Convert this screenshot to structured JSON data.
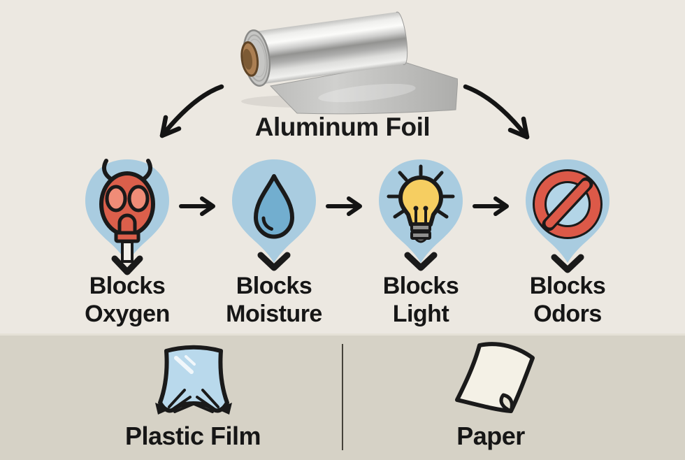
{
  "title": "Aluminum Foil",
  "properties": [
    {
      "icon": "gas-mask-icon",
      "lines": [
        "Blocks",
        "Oxygen"
      ]
    },
    {
      "icon": "water-drop-icon",
      "lines": [
        "Blocks",
        "Moisture"
      ]
    },
    {
      "icon": "light-bulb-icon",
      "lines": [
        "Blocks",
        "Light"
      ]
    },
    {
      "icon": "no-entry-icon",
      "lines": [
        "Blocks",
        "Odors"
      ]
    }
  ],
  "alternatives": [
    {
      "icon": "plastic-film-icon",
      "label": "Plastic Film"
    },
    {
      "icon": "paper-icon",
      "label": "Paper"
    }
  ],
  "colors": {
    "background_top": "#ECE8E1",
    "background_bottom": "#D6D2C6",
    "ink": "#1A1A1A",
    "pin_blue": "#A9CCE0",
    "mask_red": "#DB5F4B",
    "mask_red_light": "#F08C77",
    "droplet_blue": "#72AECF",
    "bulb_yellow": "#F6CE61",
    "bulb_base_gray": "#8F8F8D",
    "prohibition_red": "#DC5948",
    "no_sign_inner_blue": "#B3D5E7",
    "film_blue": "#B9D9EC",
    "paper_cream": "#F4F1E6",
    "foil_core_brown": "#AB7F53"
  }
}
